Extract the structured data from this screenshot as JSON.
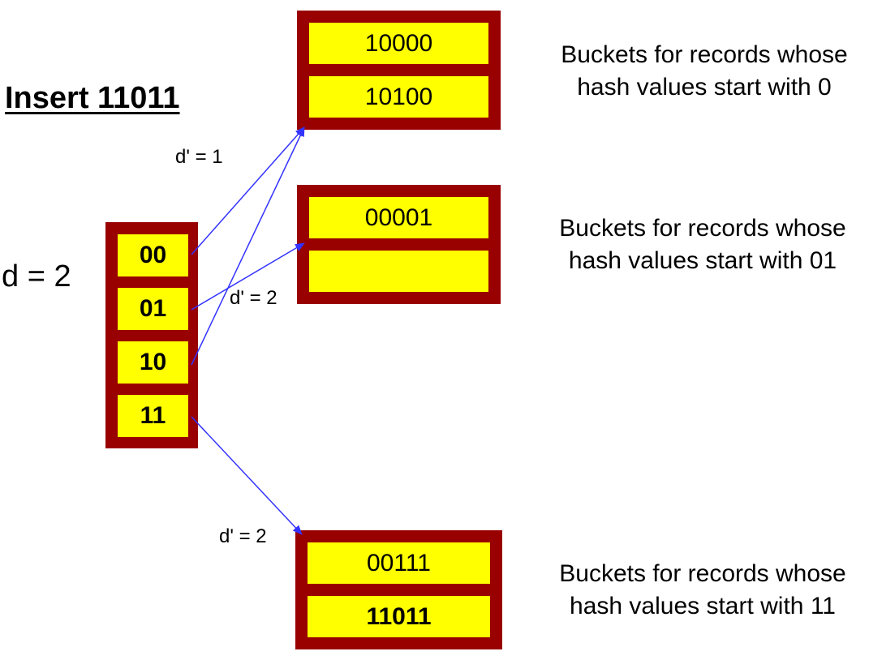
{
  "title": "Insert 11011",
  "global_depth": "d = 2",
  "directory": [
    {
      "label": "00"
    },
    {
      "label": "01"
    },
    {
      "label": "10"
    },
    {
      "label": "11"
    }
  ],
  "buckets": [
    {
      "local_depth": "d' = 1",
      "records": [
        "10000",
        "10100"
      ],
      "caption": [
        "Buckets for records whose",
        "hash values start with 0"
      ]
    },
    {
      "local_depth": "d' = 2",
      "records": [
        "00001",
        ""
      ],
      "caption": [
        "Buckets for records whose",
        "hash values start with 01"
      ]
    },
    {
      "local_depth": "d' = 2",
      "records": [
        "00111",
        "11011"
      ],
      "caption": [
        "Buckets for records whose",
        "hash values start with 11"
      ]
    }
  ],
  "colors": {
    "frame": "#990000",
    "cell": "#ffff00",
    "arrow": "#3333ff"
  }
}
